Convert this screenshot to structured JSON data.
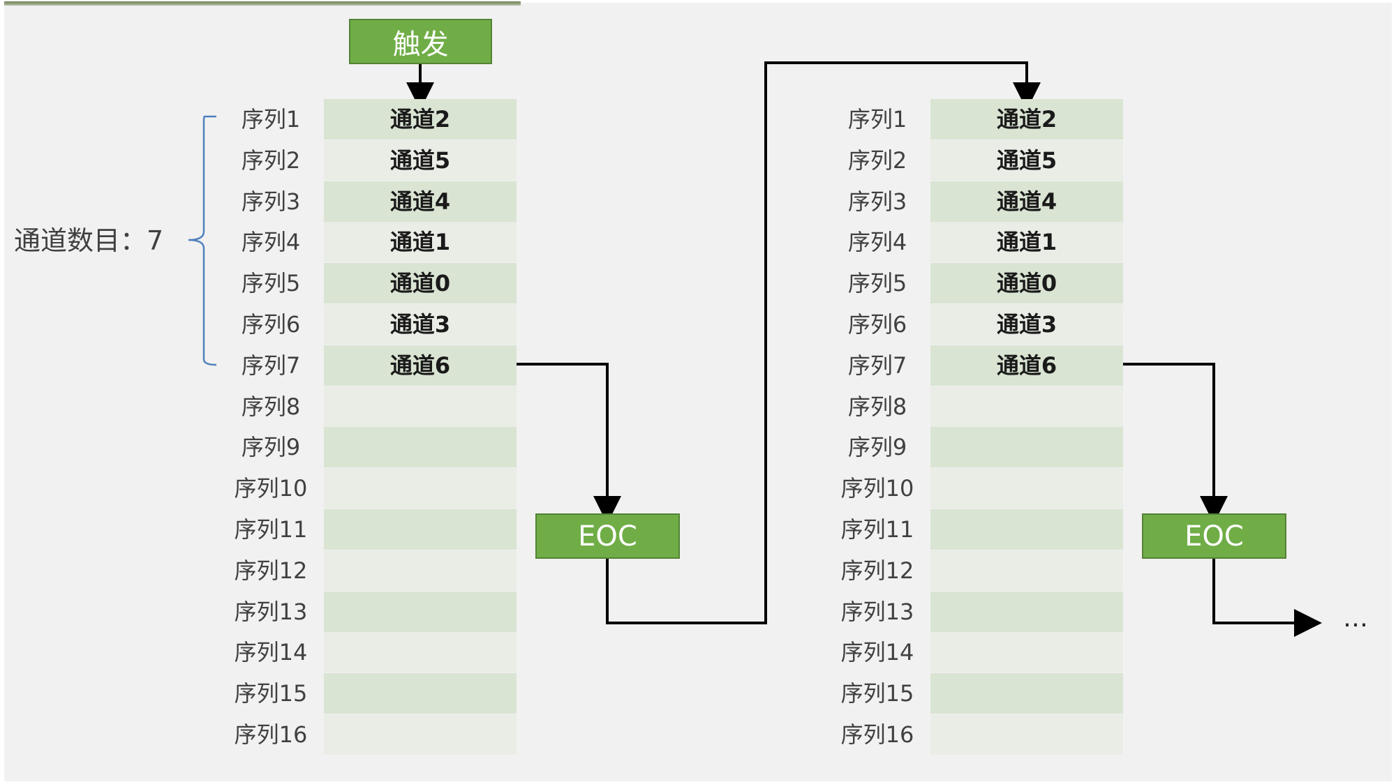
{
  "trigger_label": "触发",
  "eoc_label": "EOC",
  "channel_count_label": "通道数目：7",
  "ellipsis": "…",
  "sequence_labels": [
    "序列1",
    "序列2",
    "序列3",
    "序列4",
    "序列5",
    "序列6",
    "序列7",
    "序列8",
    "序列9",
    "序列10",
    "序列11",
    "序列12",
    "序列13",
    "序列14",
    "序列15",
    "序列16"
  ],
  "channel_cells": [
    "通道2",
    "通道5",
    "通道4",
    "通道1",
    "通道0",
    "通道3",
    "通道6",
    "",
    "",
    "",
    "",
    "",
    "",
    "",
    "",
    ""
  ],
  "colors": {
    "green_box": "#70ad47",
    "green_box_border": "#548235",
    "cell_dark": "#d9e4d3",
    "cell_light": "#e9ede6",
    "bracket": "#4f81bd",
    "wire": "#000000"
  }
}
